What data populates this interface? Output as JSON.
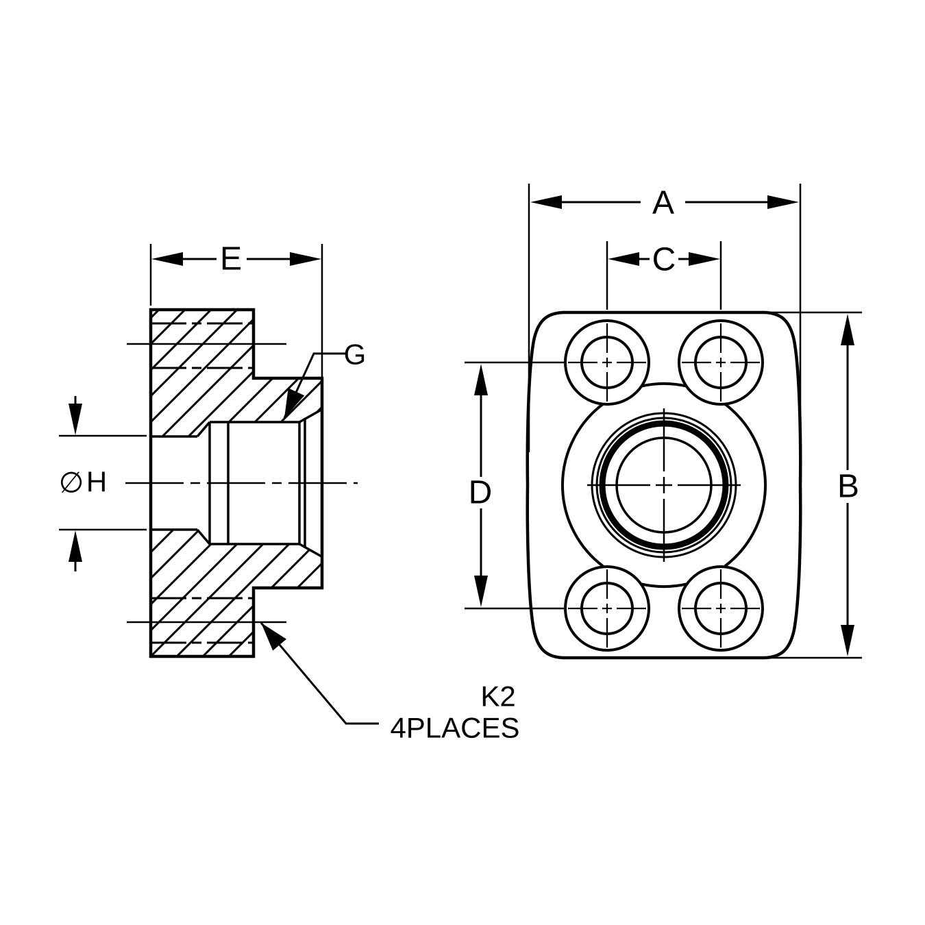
{
  "drawing": {
    "type": "engineering-dimension-drawing",
    "subject": "4-bolt hydraulic flange adapter, side section view and front view",
    "colors": {
      "background": "#ffffff",
      "line": "#000000"
    },
    "views": {
      "side_section": {
        "name": "Side cross-section view (hatched)"
      },
      "front": {
        "name": "Front view with 4 bolt holes and center port"
      }
    }
  },
  "labels": {
    "dim_a": "A",
    "dim_b": "B",
    "dim_c": "C",
    "dim_d": "D",
    "dim_e": "E",
    "thread_g": "G",
    "diameter_symbol": "∅",
    "dim_h": "H",
    "note_k2": "K2",
    "note_places": "4PLACES"
  }
}
